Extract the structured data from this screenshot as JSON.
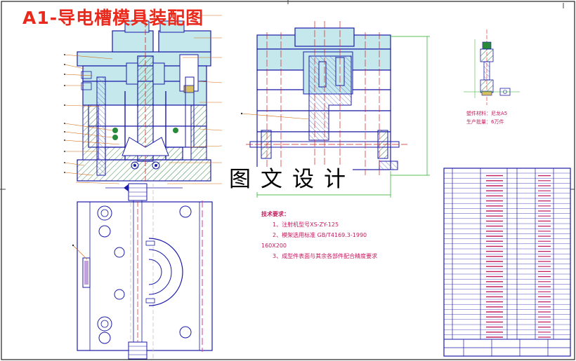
{
  "title": "A1-导电槽模具装配图",
  "watermark": "图文设计",
  "technical_requirements": {
    "heading": "技术要求：",
    "items": [
      "1、注射机型号XS-ZY-125",
      "2、模架选用标准 GB/T4169.3-1990",
      "160X200",
      "3、成型件表面与其余各部件配合精度要求"
    ]
  },
  "part_info": {
    "material": "塑件材料：尼龙A5",
    "volume": "生产批量：6万件"
  },
  "colors": {
    "title": "#e8291c",
    "outline": "#1a1aa8",
    "hatch": "#2a8a3a",
    "plate": "#c4e8ec",
    "centerline": "#d42020",
    "cooling": "#c8c0c0",
    "dimension": "#22aa22",
    "annotation": "#c21b5c"
  },
  "icons": [
    "cooling-water-nozzle-icon",
    "ejector-pin-icon",
    "sprue-bush-icon"
  ]
}
